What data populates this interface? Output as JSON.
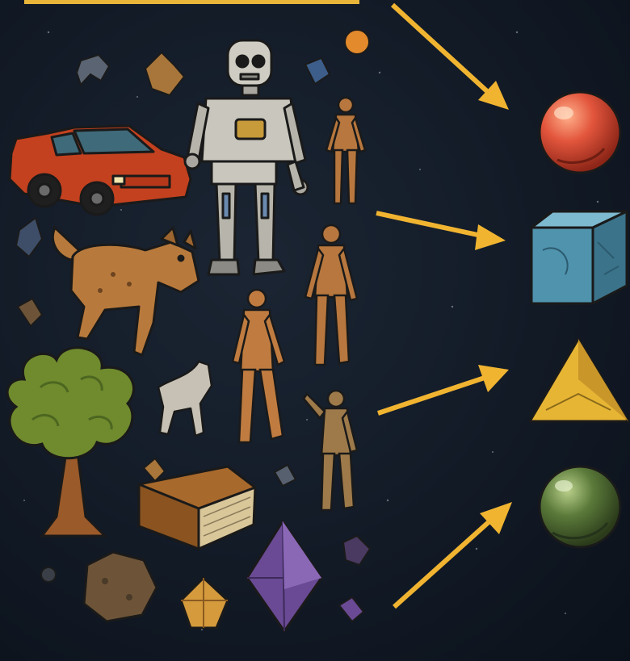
{
  "scene": {
    "colors": {
      "background": "#121a26",
      "arrow": "#f0b431",
      "red_sphere": "#e2553c",
      "blue_cube": "#4f93ad",
      "yellow_pyramid": "#e7b534",
      "green_sphere": "#5b7a3a",
      "car": "#c3411f",
      "robot": "#c9c7bd",
      "figure": "#b7773e",
      "dog": "#b87a3c",
      "tree_leaves": "#6f8b2e",
      "book": "#a8692c",
      "purple_crystal": "#6a4a94"
    },
    "objects_left": [
      "robot-illustration",
      "car-illustration",
      "dog-illustration",
      "small-dog-illustration",
      "tree-illustration",
      "book-illustration",
      "human-figure-1",
      "human-figure-2",
      "human-figure-3",
      "human-figure-4",
      "rock-illustration",
      "gold-crystal",
      "purple-crystal"
    ],
    "shapes_right": [
      "red-sphere",
      "blue-cube",
      "yellow-pyramid",
      "green-sphere"
    ],
    "arrows": 4
  }
}
